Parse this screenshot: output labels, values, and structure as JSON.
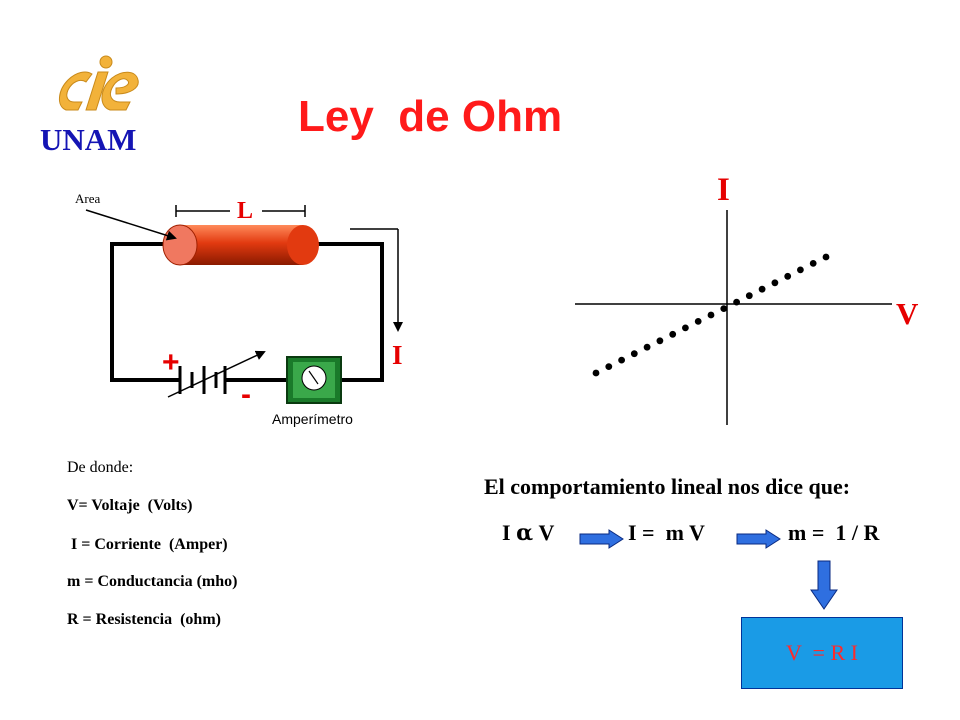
{
  "logo": {
    "text": "UNAM",
    "mark_color": "#f2b23a"
  },
  "title": "Ley  de Ohm",
  "circuit": {
    "area_label": "Area",
    "length_label": "L",
    "current_label": "I",
    "plus_label": "+",
    "minus_label": "-",
    "ammeter_label": "Amperímetro"
  },
  "graph": {
    "y_axis_label": "I",
    "x_axis_label": "V"
  },
  "definitions": {
    "intro": "De donde:",
    "items": [
      "V= Voltaje  (Volts)",
      " I = Corriente  (Amper)",
      "m = Conductancia (mho)",
      "R = Resistencia  (ohm)"
    ]
  },
  "equations": {
    "heading": "El comportamiento lineal nos dice que:",
    "proportional_left": "I",
    "proportional_symbol": "α",
    "proportional_right": "V",
    "linear": "I =  m V",
    "conductance": "m =  1 / R",
    "result": "V  = R I"
  },
  "colors": {
    "accent_red": "#e60000",
    "title_red": "#ff1a1a",
    "logo_blue": "#1414b4",
    "arrow_blue": "#2f6fe0",
    "result_box": "#1a9be6"
  }
}
